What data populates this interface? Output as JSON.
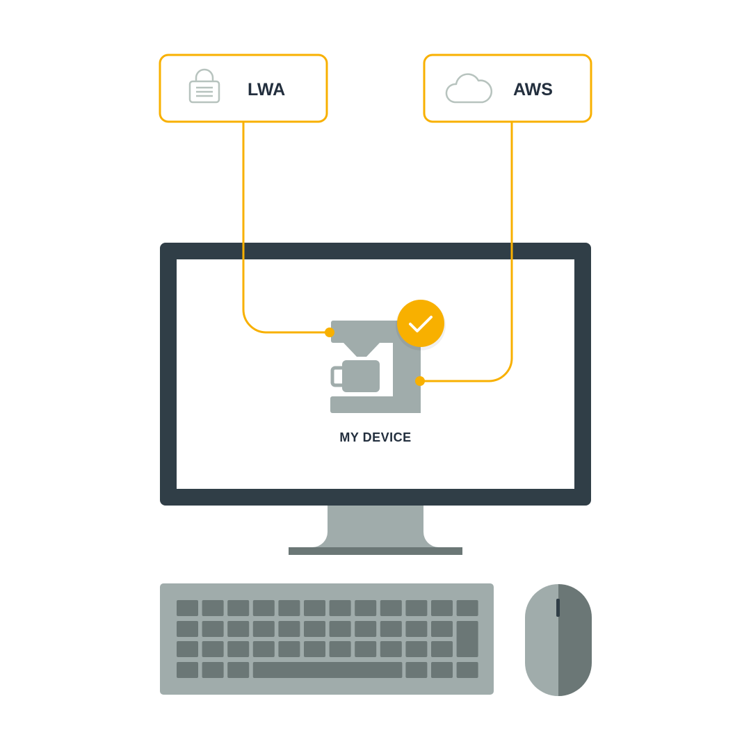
{
  "colors": {
    "accent": "#f8b000",
    "dark": "#303e47",
    "gray": "#a0acab",
    "gray_dark": "#6b7776",
    "text": "#232f3e",
    "icon_stroke": "#b7c3be"
  },
  "nodes": {
    "lwa": {
      "label": "LWA",
      "icon": "lock-icon"
    },
    "aws": {
      "label": "AWS",
      "icon": "cloud-icon"
    }
  },
  "device": {
    "label": "MY DEVICE",
    "icon": "coffee-maker-icon",
    "status_icon": "checkmark-icon"
  },
  "peripherals": [
    "keyboard",
    "mouse"
  ]
}
